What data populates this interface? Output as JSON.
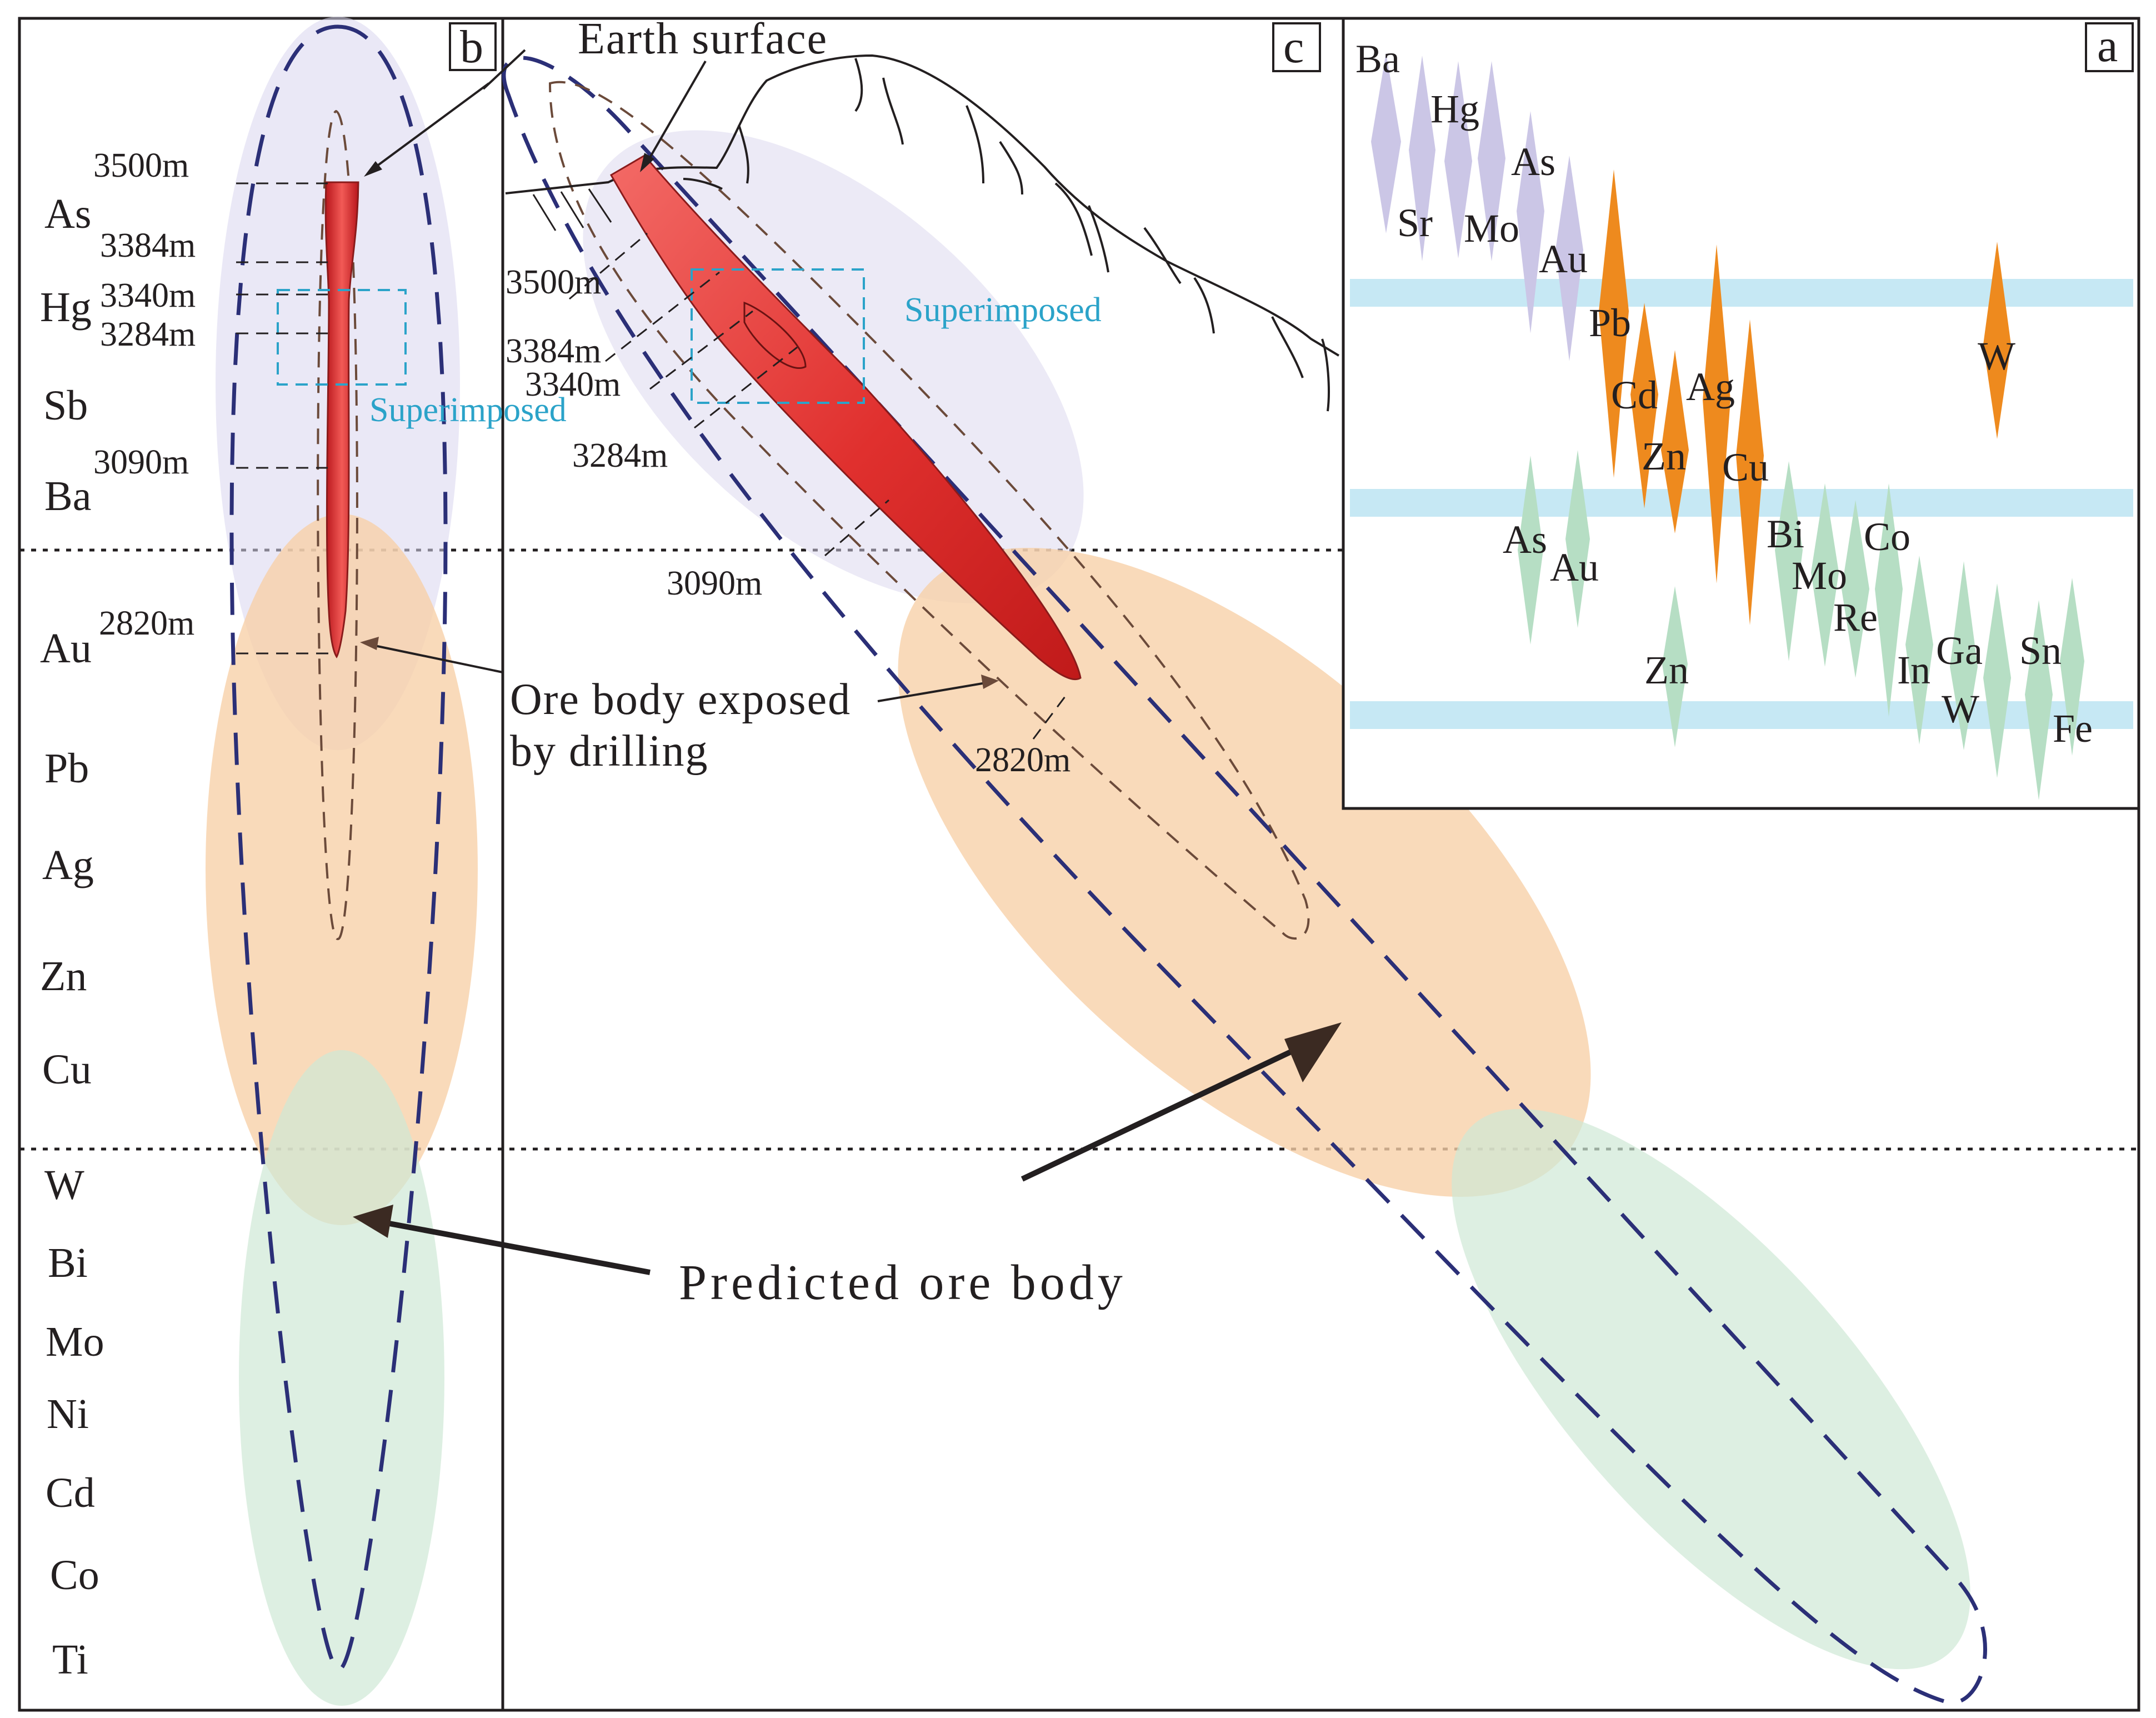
{
  "panels": {
    "a": "a",
    "b": "b",
    "c": "c"
  },
  "panel_b": {
    "elements": [
      "As",
      "Hg",
      "Sb",
      "Ba",
      "Au",
      "Pb",
      "Ag",
      "Zn",
      "Cu",
      "W",
      "Bi",
      "Mo",
      "Ni",
      "Cd",
      "Co",
      "Ti"
    ],
    "depths": [
      "3500m",
      "3384m",
      "3340m",
      "3284m",
      "3090m",
      "2820m"
    ],
    "superimposed": "Superimposed"
  },
  "panel_c": {
    "earth_surface": "Earth surface",
    "depths": [
      "3500m",
      "3384m",
      "3340m",
      "3284m",
      "3090m",
      "2820m"
    ],
    "superimposed": "Superimposed"
  },
  "annotations": {
    "ore_exposed_line1": "Ore body exposed",
    "ore_exposed_line2": "by drilling",
    "predicted": "Predicted ore body"
  },
  "panel_a": {
    "upper_zone": [
      "Ba",
      "Hg",
      "As",
      "Sr",
      "Mo",
      "Au"
    ],
    "middle_zone": [
      "Pb",
      "Cd",
      "Ag",
      "Zn",
      "Cu",
      "W"
    ],
    "lower_zone": [
      "As",
      "Au",
      "Bi",
      "Co",
      "Mo",
      "Re",
      "Zn",
      "In",
      "Ga",
      "Sn",
      "W",
      "Fe"
    ]
  },
  "colors": {
    "upper_halo": "#d9d6ee",
    "middle_halo": "#f7cfa6",
    "lower_halo": "#cfe8d6",
    "ore_body": "#e0302e",
    "dashed_outline": "#2b2f77",
    "superimposed": "#2ba3c9",
    "middle_diamonds": "#ee8a1e",
    "zone_bands": "#c6e8f4"
  }
}
